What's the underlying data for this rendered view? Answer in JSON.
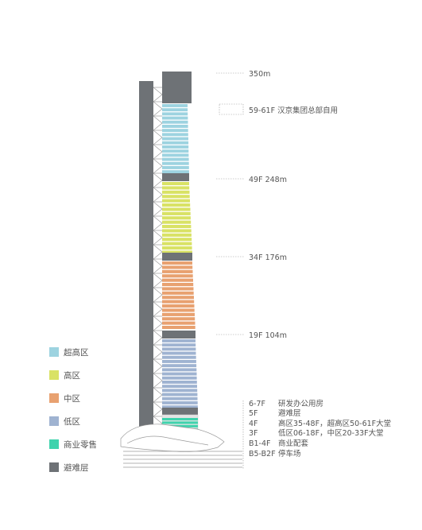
{
  "levels": [
    {
      "text": "350m"
    },
    {
      "text": "59-61F 汉京集团总部自用"
    },
    {
      "text": "49F 248m"
    },
    {
      "text": "34F 176m"
    },
    {
      "text": "19F 104m"
    }
  ],
  "floor_notes": [
    {
      "floor": "6-7F",
      "desc": "研发办公用房"
    },
    {
      "floor": "5F",
      "desc": "避难层"
    },
    {
      "floor": "4F",
      "desc": "高区35-48F，超高区50-61F大堂"
    },
    {
      "floor": "3F",
      "desc": "低区06-18F，中区20-33F大堂"
    },
    {
      "floor": "B1-4F",
      "desc": "商业配套"
    },
    {
      "floor": "B5-B2F",
      "desc": "停车场"
    }
  ],
  "legend": [
    {
      "label": "超高区",
      "color": "#9dd3e0"
    },
    {
      "label": "高区",
      "color": "#d9e265"
    },
    {
      "label": "中区",
      "color": "#e8a170"
    },
    {
      "label": "低区",
      "color": "#9fb3d1"
    },
    {
      "label": "商业零售",
      "color": "#3fd3ad"
    },
    {
      "label": "避难层",
      "color": "#6e7276"
    }
  ],
  "colors": {
    "core": "#6e7276",
    "refuge": "#6e7276",
    "ultra_high": "#9dd3e0",
    "high": "#d9e265",
    "mid": "#e8a170",
    "low": "#9fb3d1",
    "retail": "#3fd3ad",
    "leader": "#999999"
  }
}
